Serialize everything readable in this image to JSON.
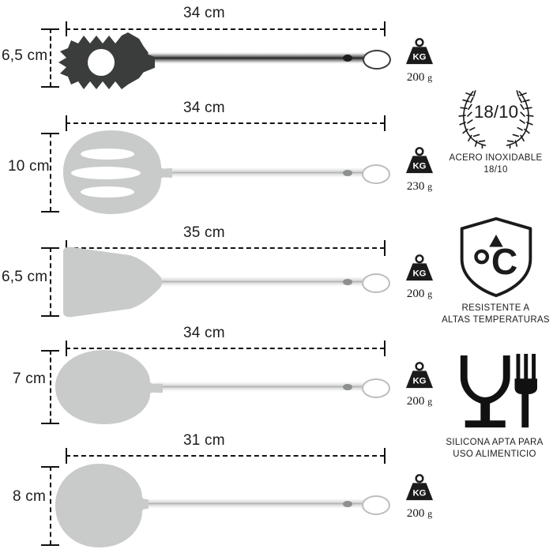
{
  "document": {
    "type": "product-spec-infographic",
    "language": "es",
    "background_color": "#ffffff",
    "line_color": "#111111",
    "silicone_color": "#c9cbca",
    "pasta_head_color": "#3a3d3c"
  },
  "units": {
    "length_unit": "cm",
    "weight_unit": "g"
  },
  "products": [
    {
      "name": "pasta-server",
      "length_label": "34 cm",
      "height_label": "6,5 cm",
      "weight_label": "200",
      "weight_unit": "g"
    },
    {
      "name": "skimmer-spoon",
      "length_label": "34 cm",
      "height_label": "10 cm",
      "weight_label": "230",
      "weight_unit": "g"
    },
    {
      "name": "spatula-turner",
      "length_label": "35 cm",
      "height_label": "6,5 cm",
      "weight_label": "200",
      "weight_unit": "g"
    },
    {
      "name": "serving-spoon",
      "length_label": "34 cm",
      "height_label": "7 cm",
      "weight_label": "200",
      "weight_unit": "g"
    },
    {
      "name": "ladle",
      "length_label": "31 cm",
      "height_label": "8 cm",
      "weight_label": "200",
      "weight_unit": "g"
    }
  ],
  "weight_badge": {
    "icon": "weight-kg-icon",
    "badge_text": "KG"
  },
  "features": [
    {
      "name": "stainless-steel",
      "icon": "laurel-wreath-icon",
      "emblem_text": "18/10",
      "caption_line1": "ACERO INOXIDABLE",
      "caption_line2": "18/10"
    },
    {
      "name": "heat-resistant",
      "icon": "shield-temperature-icon",
      "emblem_text": "°C",
      "caption_line1": "RESISTENTE A",
      "caption_line2": "ALTAS TEMPERATURAS"
    },
    {
      "name": "food-safe-silicone",
      "icon": "glass-fork-food-safe-icon",
      "emblem_text": "",
      "caption_line1": "SILICONA APTA PARA",
      "caption_line2": "USO ALIMENTICIO"
    }
  ]
}
